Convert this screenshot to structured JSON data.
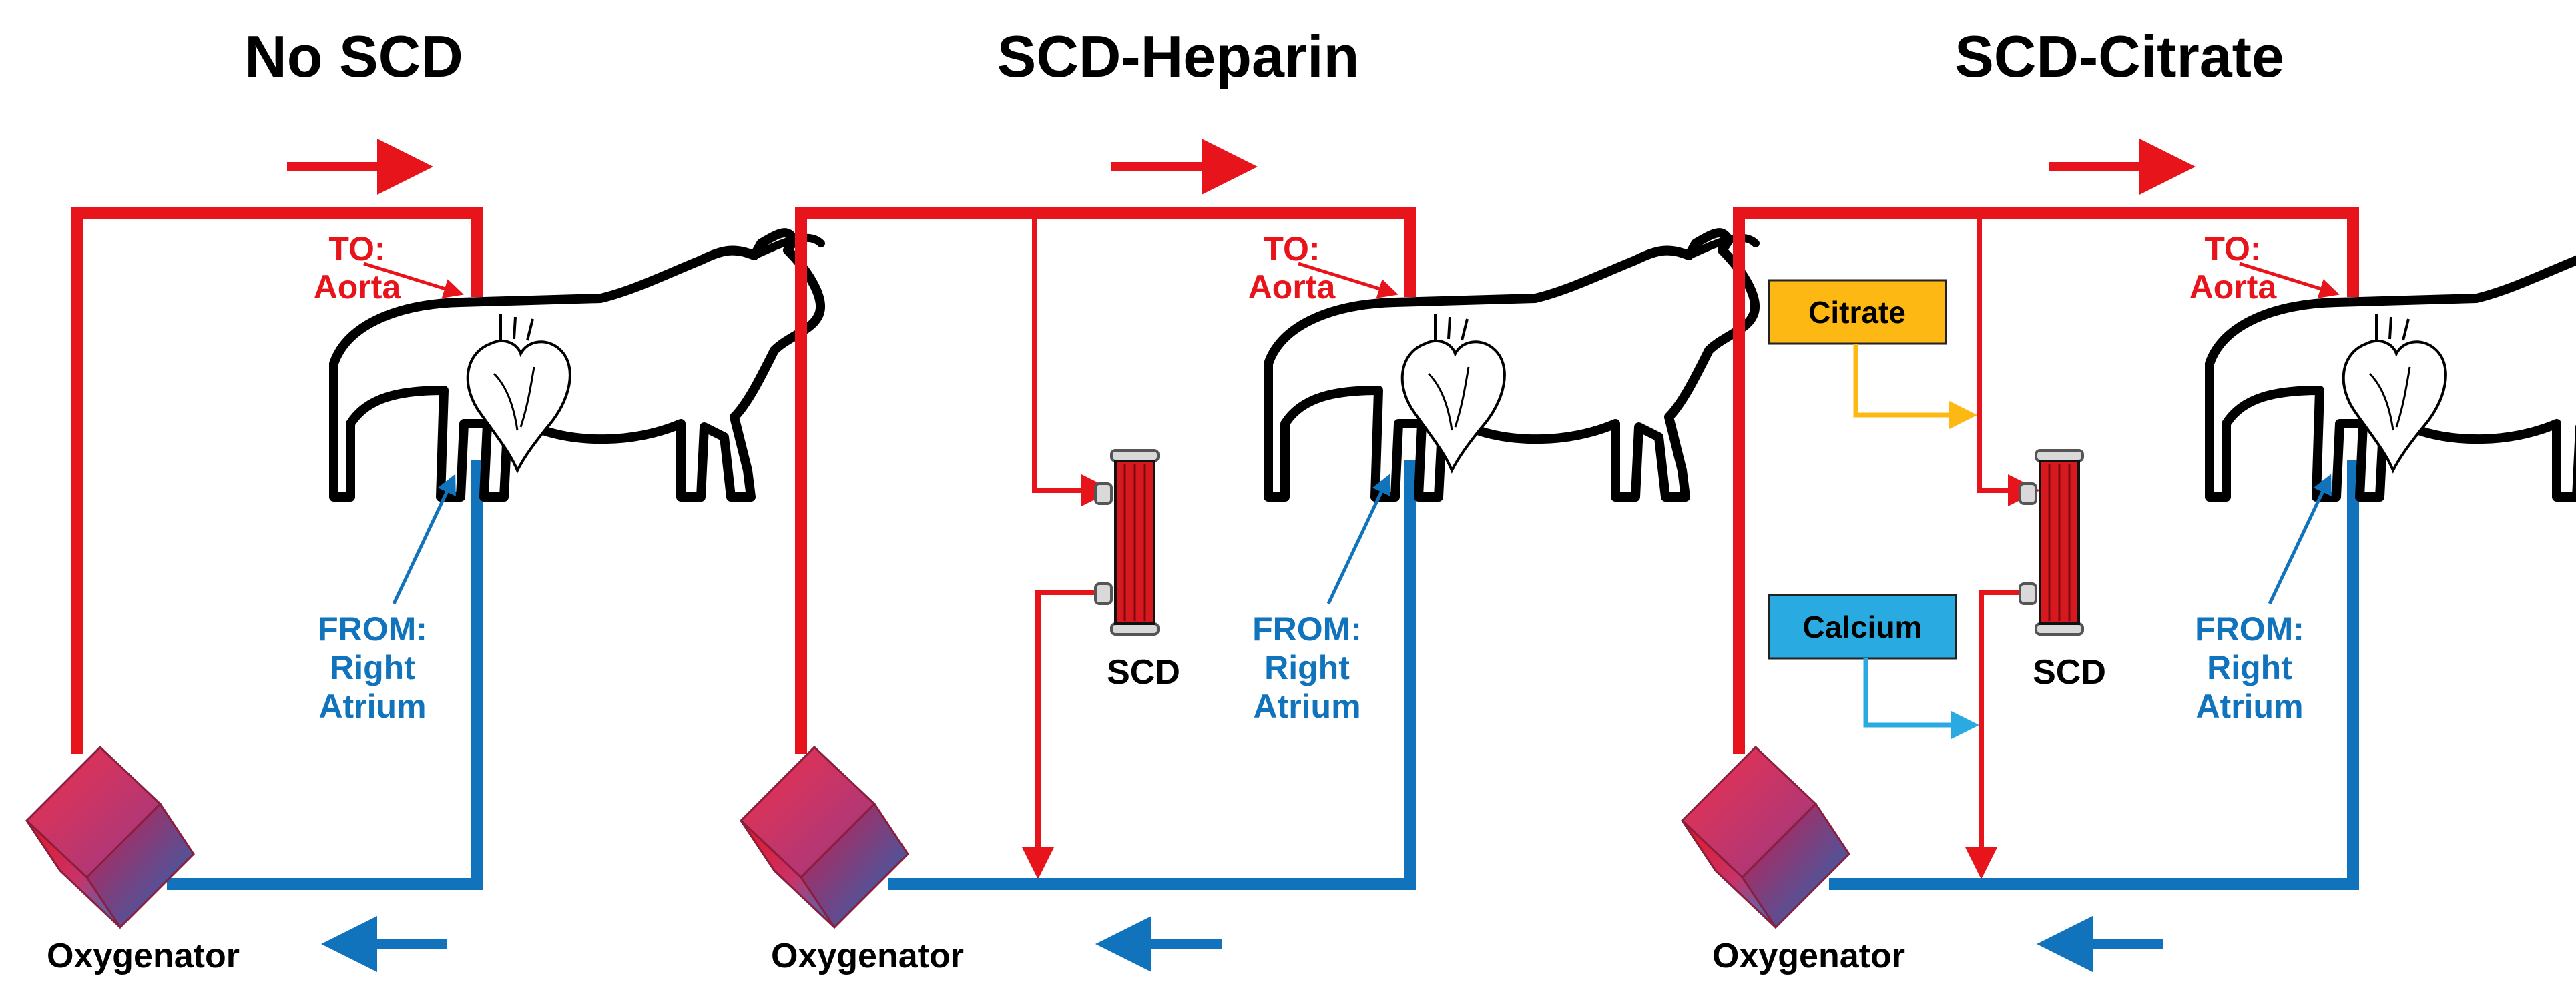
{
  "panels": [
    {
      "title": "No SCD",
      "to_label": [
        "TO:",
        "Aorta"
      ],
      "from_label": [
        "FROM:",
        "Right",
        "Atrium"
      ],
      "oxygenator_label": "Oxygenator"
    },
    {
      "title": "SCD-Heparin",
      "to_label": [
        "TO:",
        "Aorta"
      ],
      "from_label": [
        "FROM:",
        "Right",
        "Atrium"
      ],
      "oxygenator_label": "Oxygenator",
      "scd_label": "SCD"
    },
    {
      "title": "SCD-Citrate",
      "to_label": [
        "TO:",
        "Aorta"
      ],
      "from_label": [
        "FROM:",
        "Right",
        "Atrium"
      ],
      "oxygenator_label": "Oxygenator",
      "scd_label": "SCD",
      "citrate_label": "Citrate",
      "calcium_label": "Calcium"
    }
  ],
  "colors": {
    "arterial": "#e8141b",
    "venous": "#1173bc",
    "citrate_box": "#fdb813",
    "calcium_box": "#29aae1",
    "citrate_line": "#fdb813",
    "calcium_line": "#29aae1",
    "scd_body": "#d7191f"
  },
  "icons": [
    "cow-icon",
    "heart-icon",
    "oxygenator-cube-icon",
    "scd-filter-icon",
    "flow-arrow-icon"
  ]
}
